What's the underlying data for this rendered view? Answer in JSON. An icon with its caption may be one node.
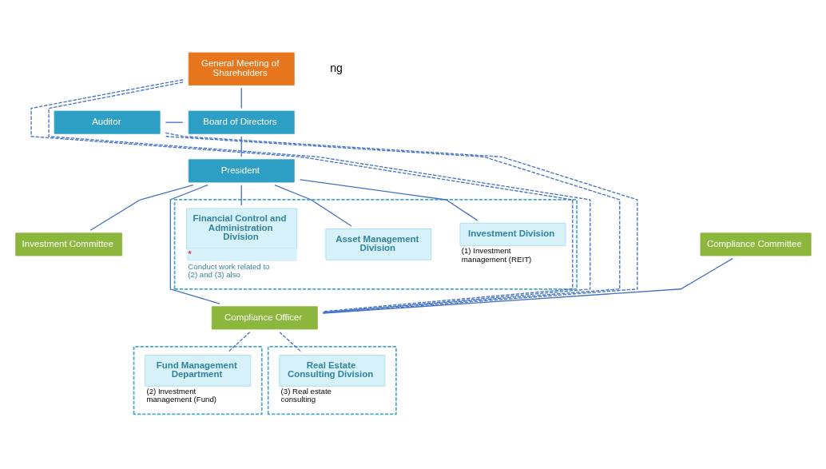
{
  "diagram": {
    "nodes": [
      {
        "text": [
          "General Meeting of Shareholders"
        ]
      },
      {
        "text": [
          "Auditor"
        ]
      },
      {
        "text": [
          "Board of Directors"
        ]
      },
      {
        "text": [
          "President"
        ]
      },
      {
        "text": [
          "Investment Committee"
        ]
      },
      {
        "text": [
          "Compliance Committee"
        ]
      },
      {
        "text": [
          "Compliance Officer"
        ]
      },
      {
        "text": [],
        "shape": "box"
      },
      {
        "text": [
          "Investment Division"
        ],
        "in": 7,
        "beside": [
          "(1) Investment management (REIT)"
        ]
      },
      {
        "text": [
          "Asset Management Division"
        ],
        "in": 7
      },
      {
        "text": [
          "Financial Control and Administration Division",
          "*"
        ],
        "in": 7,
        "beside": [
          "Conduct work related to (2) and (3) also"
        ]
      },
      {
        "text": [],
        "shape": "box"
      },
      {
        "text": [
          "Fund Management Department"
        ],
        "in": 11,
        "beside": [
          "(2) Investment management (Fund)"
        ]
      },
      {
        "text": [],
        "shape": "box"
      },
      {
        "text": [
          "Real Estate Consulting Division"
        ],
        "in": 13,
        "beside": [
          "(3) Real estate consulting"
        ]
      }
    ],
    "edges": [
      {
        "from": 0,
        "to": 2,
        "arrow": "none"
      },
      {
        "from": 2,
        "to": 3,
        "arrow": "none"
      },
      {
        "from": 1,
        "to": 2,
        "arrow": "none"
      },
      {
        "from": 0,
        "to": 6,
        "arrow": "none",
        "style": "dashed"
      },
      {
        "from": 0,
        "to": 6,
        "arrow": "none",
        "style": "dashed"
      },
      {
        "from": 1,
        "to": 6,
        "arrow": "none",
        "style": "dashed"
      },
      {
        "from": 1,
        "to": 6,
        "arrow": "none",
        "style": "dashed"
      },
      {
        "from": 3,
        "to": 4,
        "arrow": "none"
      },
      {
        "from": 3,
        "to": 6,
        "arrow": "none"
      },
      {
        "from": 5,
        "to": 6,
        "arrow": "none"
      },
      {
        "from": 3,
        "to": 8,
        "arrow": "none"
      },
      {
        "from": 3,
        "to": 9,
        "arrow": "none"
      },
      {
        "from": 3,
        "to": 10,
        "arrow": "none"
      },
      {
        "from": 6,
        "to": 12,
        "arrow": "none",
        "style": "dashed"
      },
      {
        "from": 6,
        "to": 14,
        "arrow": "none",
        "style": "dashed"
      }
    ],
    "labels": [
      "ng"
    ]
  }
}
